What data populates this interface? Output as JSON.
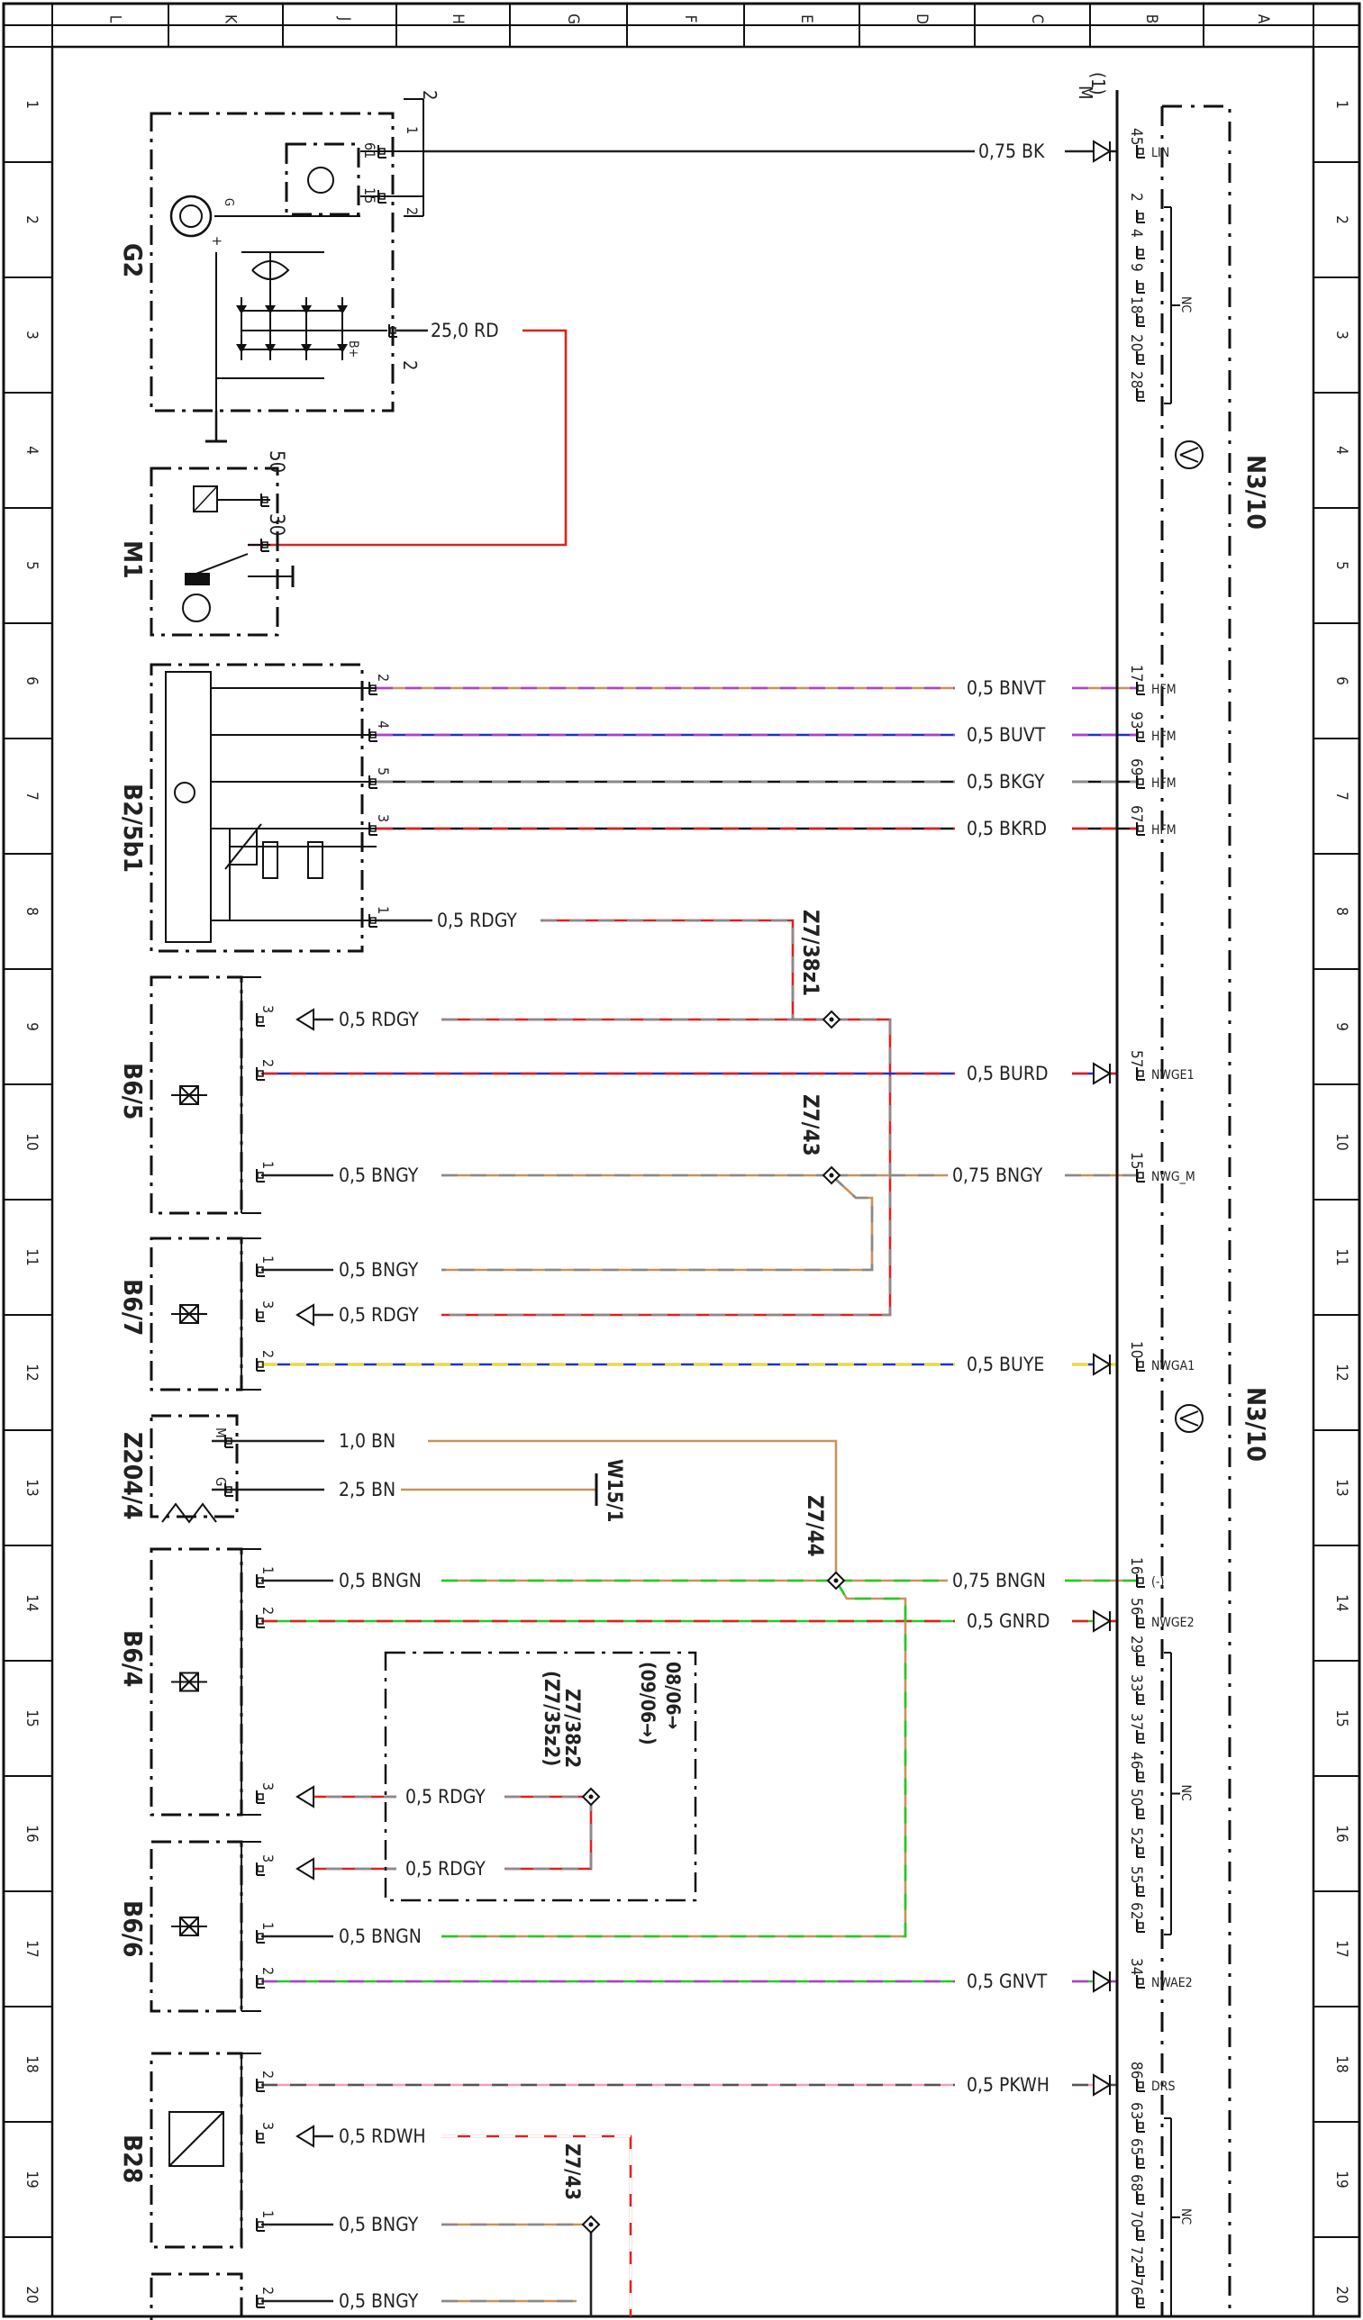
{
  "ruler": {
    "columns": [
      "L",
      "K",
      "J",
      "H",
      "G",
      "F",
      "E",
      "D",
      "C",
      "B",
      "A"
    ],
    "rows": [
      "1",
      "2",
      "3",
      "4",
      "5",
      "6",
      "7",
      "8",
      "9",
      "10",
      "11",
      "12",
      "13",
      "14",
      "15",
      "16",
      "17",
      "18",
      "19",
      "20"
    ]
  },
  "colors": {
    "BK": "#111111",
    "RD": "#e02020",
    "BN": "#c8935a",
    "VT": "#b040d0",
    "BU": "#2030d0",
    "GY": "#8a8a8a",
    "GN": "#22cc22",
    "YE": "#f0e000",
    "PK": "#f0a0b8",
    "WH": "#ffffff"
  },
  "components": [
    {
      "id": "G2",
      "label": "G2"
    },
    {
      "id": "M1",
      "label": "M1"
    },
    {
      "id": "B2_5b1",
      "label": "B2/5b1"
    },
    {
      "id": "B6_5",
      "label": "B6/5"
    },
    {
      "id": "B6_7",
      "label": "B6/7"
    },
    {
      "id": "Z204_4",
      "label": "Z204/4"
    },
    {
      "id": "B6_4",
      "label": "B6/4"
    },
    {
      "id": "B6_6",
      "label": "B6/6"
    },
    {
      "id": "B28",
      "label": "B28"
    }
  ],
  "ecu": {
    "label_top": "N3/10",
    "label_bottom": "N3/10",
    "connector": "M",
    "connector_note": "(1)"
  },
  "splices": {
    "z738z1": "Z7/38z1",
    "z743a": "Z7/43",
    "z744": "Z7/44",
    "z743b": "Z7/43",
    "z738z2": "Z7/38z2",
    "z735z2": "(Z7/35z2)",
    "w151": "W15/1"
  },
  "notes": {
    "ab": "08/06→",
    "bis": "(09/06→)"
  },
  "pin_labels": {
    "g2_61": "61",
    "g2_15": "15",
    "g2_1": "1",
    "g2_2": "2",
    "g2_outer": "2",
    "g2_b": "2",
    "m1_50": "50",
    "m1_30": "30",
    "b2_2": "2",
    "b2_4": "4",
    "b2_5": "5",
    "b2_3": "3",
    "b2_1": "1",
    "b65_3": "3",
    "b65_2": "2",
    "b65_1": "1",
    "b67_1": "1",
    "b67_3": "3",
    "b67_2": "2",
    "z204_m": "M",
    "z204_g": "G",
    "b64_1": "1",
    "b64_2": "2",
    "b64_3": "3",
    "b66_3": "3",
    "b66_1": "1",
    "b66_2": "2",
    "b28_2": "2",
    "b28_3": "3",
    "b28_1": "1",
    "b28b_2": "2",
    "g2_g": "G",
    "g2_plus": "+",
    "g2_bplus": "B+"
  },
  "wires": [
    {
      "id": "w1",
      "label": "0,75 BK"
    },
    {
      "id": "w2",
      "label": "25,0 RD"
    },
    {
      "id": "w3",
      "label": "0,5 BNVT"
    },
    {
      "id": "w4",
      "label": "0,5 BUVT"
    },
    {
      "id": "w5",
      "label": "0,5 BKGY"
    },
    {
      "id": "w6",
      "label": "0,5 BKRD"
    },
    {
      "id": "w7",
      "label": "0,5 RDGY"
    },
    {
      "id": "w8",
      "label": "0,5 RDGY"
    },
    {
      "id": "w9",
      "label": "0,5 BURD"
    },
    {
      "id": "w10",
      "label": "0,5 BNGY"
    },
    {
      "id": "w11",
      "label": "0,75 BNGY"
    },
    {
      "id": "w12",
      "label": "0,5 BNGY"
    },
    {
      "id": "w13",
      "label": "0,5 RDGY"
    },
    {
      "id": "w14",
      "label": "0,5 BUYE"
    },
    {
      "id": "w15",
      "label": "1,0 BN"
    },
    {
      "id": "w16",
      "label": "2,5 BN"
    },
    {
      "id": "w17",
      "label": "0,5 BNGN"
    },
    {
      "id": "w18",
      "label": "0,75 BNGN"
    },
    {
      "id": "w19",
      "label": "0,5 GNRD"
    },
    {
      "id": "w20",
      "label": "0,5 RDGY"
    },
    {
      "id": "w21",
      "label": "0,5 RDGY"
    },
    {
      "id": "w22",
      "label": "0,5 BNGN"
    },
    {
      "id": "w23",
      "label": "0,5 GNVT"
    },
    {
      "id": "w24",
      "label": "0,5 PKWH"
    },
    {
      "id": "w25",
      "label": "0,5 RDWH"
    },
    {
      "id": "w26",
      "label": "0,5 BNGY"
    },
    {
      "id": "w27",
      "label": "0,5 BNGY"
    }
  ],
  "ecu_pins": [
    {
      "num": "45",
      "sig": "LIN"
    },
    {
      "num": "2",
      "sig": ""
    },
    {
      "num": "4",
      "sig": ""
    },
    {
      "num": "9",
      "sig": ""
    },
    {
      "num": "18",
      "sig": ""
    },
    {
      "num": "20",
      "sig": ""
    },
    {
      "num": "28",
      "sig": ""
    },
    {
      "num": "17",
      "sig": "HFM"
    },
    {
      "num": "93",
      "sig": "HFM"
    },
    {
      "num": "69",
      "sig": "HFM"
    },
    {
      "num": "67",
      "sig": "HFM"
    },
    {
      "num": "57",
      "sig": "NWGE1"
    },
    {
      "num": "15",
      "sig": "NWG_M"
    },
    {
      "num": "10",
      "sig": "NWGA1"
    },
    {
      "num": "16",
      "sig": "(-)"
    },
    {
      "num": "56",
      "sig": "NWGE2"
    },
    {
      "num": "29",
      "sig": ""
    },
    {
      "num": "33",
      "sig": ""
    },
    {
      "num": "37",
      "sig": ""
    },
    {
      "num": "46",
      "sig": ""
    },
    {
      "num": "50",
      "sig": ""
    },
    {
      "num": "52",
      "sig": ""
    },
    {
      "num": "55",
      "sig": ""
    },
    {
      "num": "62",
      "sig": ""
    },
    {
      "num": "34",
      "sig": "NWAE2"
    },
    {
      "num": "86",
      "sig": "DRS"
    },
    {
      "num": "63",
      "sig": ""
    },
    {
      "num": "65",
      "sig": ""
    },
    {
      "num": "68",
      "sig": ""
    },
    {
      "num": "70",
      "sig": ""
    },
    {
      "num": "72",
      "sig": ""
    },
    {
      "num": "76",
      "sig": ""
    }
  ],
  "nc": {
    "nc1": "NC",
    "nc2": "NC",
    "nc3": "NC"
  }
}
